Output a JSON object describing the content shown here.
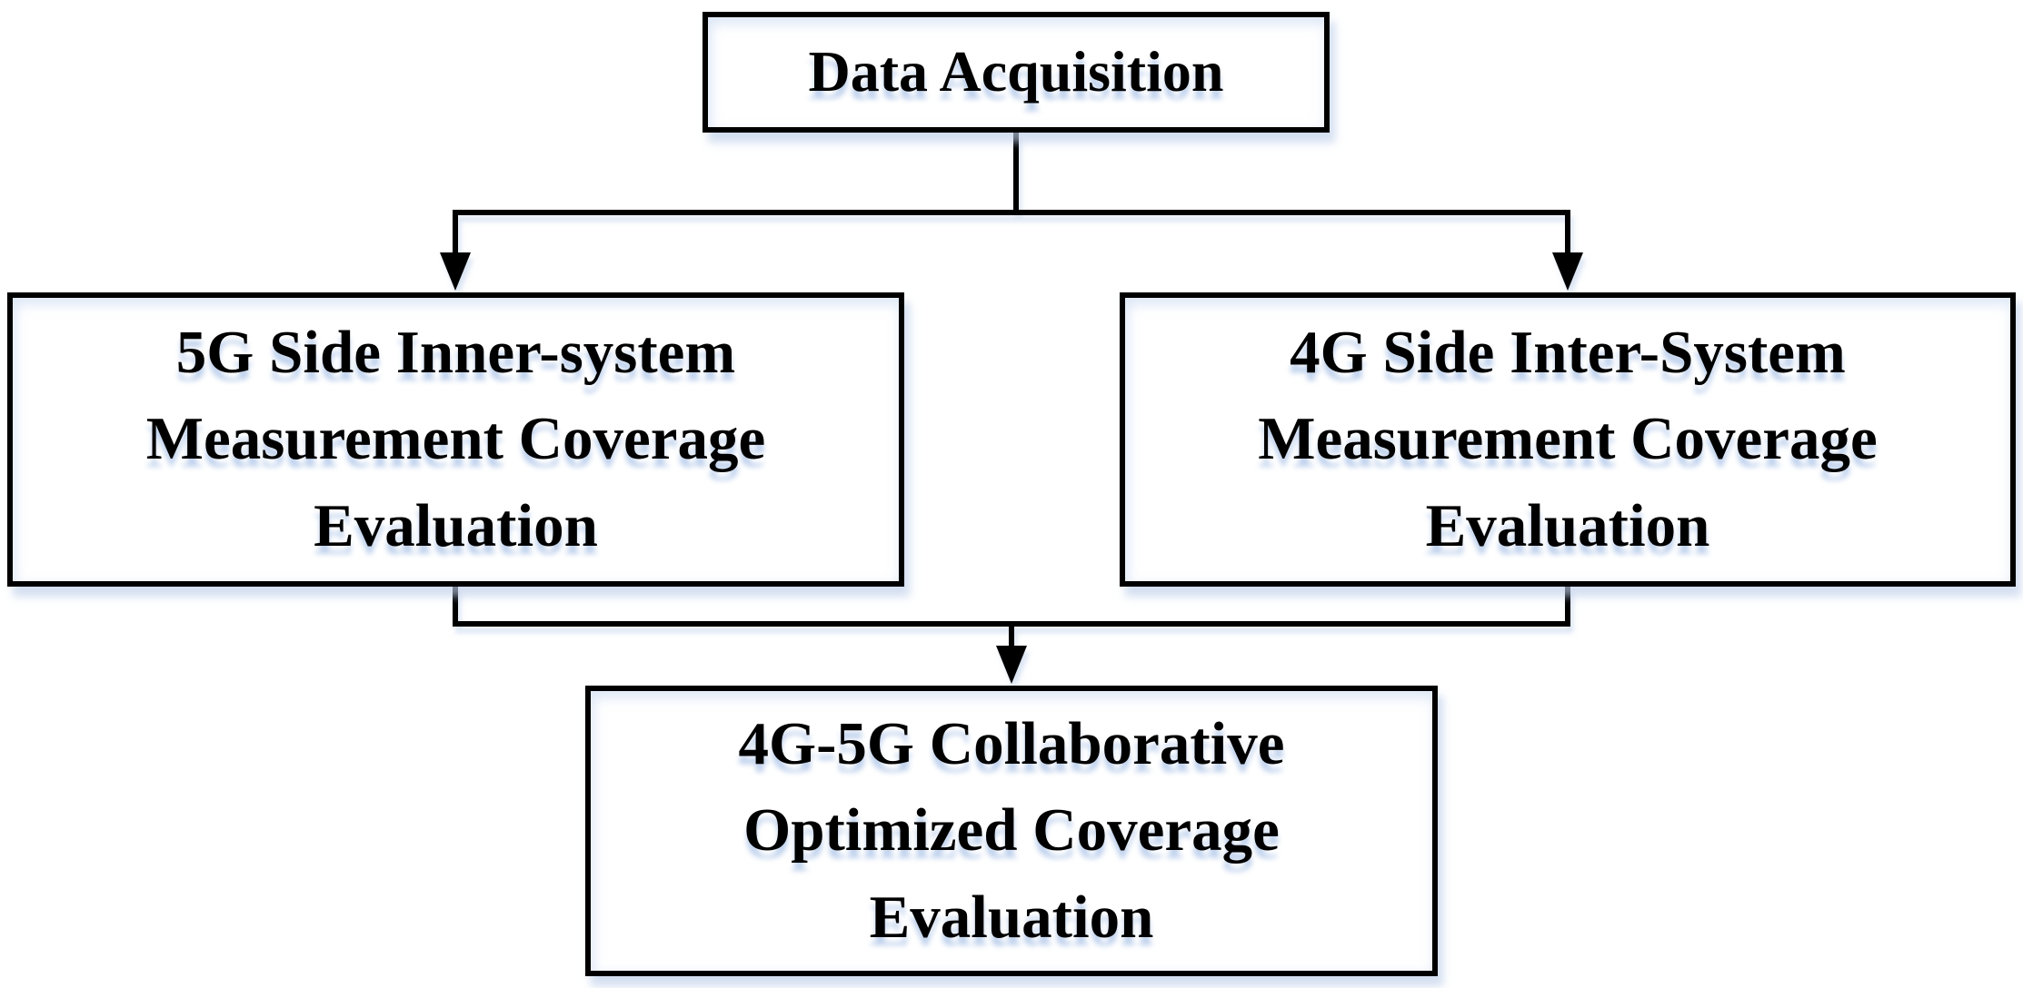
{
  "diagram": {
    "nodes": {
      "top": {
        "label": "Data Acquisition"
      },
      "left": {
        "label_lines": [
          "5G Side Inner-system",
          "Measurement Coverage",
          "Evaluation"
        ]
      },
      "right": {
        "label_lines": [
          "4G Side Inter-System",
          "Measurement Coverage",
          "Evaluation"
        ]
      },
      "bottom": {
        "label_lines": [
          "4G-5G Collaborative",
          "Optimized Coverage",
          "Evaluation"
        ]
      }
    },
    "colors": {
      "box_border": "#000000",
      "box_fill": "#ffffff",
      "text": "#000000",
      "connector_line": "#000000",
      "soft_shadow": "#ccdcf0",
      "background": "#ffffff"
    }
  }
}
